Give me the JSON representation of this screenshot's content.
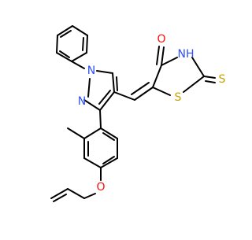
{
  "atoms": {
    "o_carbonyl": {
      "label": "O",
      "color": "#ff0d0d"
    },
    "nh": {
      "label": "NH",
      "color": "#3050f8"
    },
    "s_thione": {
      "label": "S",
      "color": "#c8a000"
    },
    "s_ring": {
      "label": "S",
      "color": "#c8a000"
    },
    "n_pyrazole_1": {
      "label": "N",
      "color": "#3050f8"
    },
    "n_pyrazole_2": {
      "label": "N",
      "color": "#3050f8"
    },
    "o_ether": {
      "label": "O",
      "color": "#ff0d0d"
    }
  },
  "colors": {
    "bond": "#000000",
    "background": "#ffffff"
  }
}
